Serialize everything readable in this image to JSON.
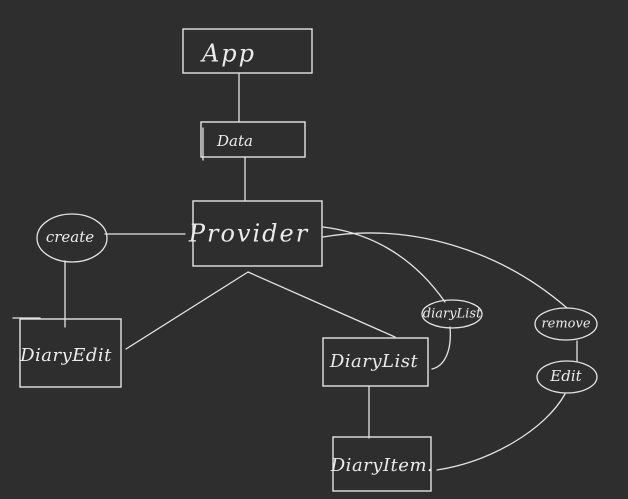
{
  "nodes": {
    "app": {
      "label": "App"
    },
    "data": {
      "label": "Data"
    },
    "provider": {
      "label": "Provider"
    },
    "diary_edit": {
      "label": "DiaryEdit"
    },
    "diary_list": {
      "label": "DiaryList"
    },
    "diary_item": {
      "label": "DiaryItem."
    }
  },
  "props": {
    "create": {
      "label": "create"
    },
    "diary_list": {
      "label": "diaryList"
    },
    "remove": {
      "label": "remove"
    },
    "edit": {
      "label": "Edit"
    }
  },
  "colors": {
    "background": "#2e2e2e",
    "stroke": "#e4e4e4"
  }
}
